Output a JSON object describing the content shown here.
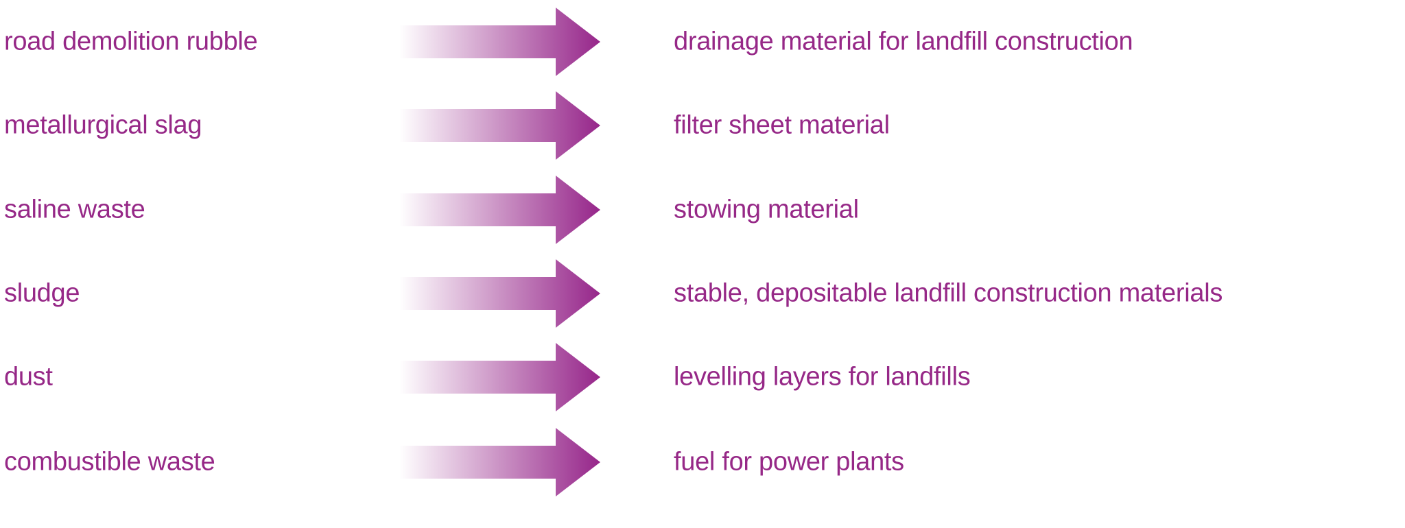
{
  "colors": {
    "text": "#962887",
    "arrow": "#96268a"
  },
  "rows": [
    {
      "source": "road demolition rubble",
      "target": "drainage material for landfill construction"
    },
    {
      "source": "metallurgical slag",
      "target": "filter sheet material"
    },
    {
      "source": "saline waste",
      "target": "stowing material"
    },
    {
      "source": "sludge",
      "target": "stable, depositable landfill construction materials"
    },
    {
      "source": "dust",
      "target": "levelling layers for landfills"
    },
    {
      "source": "combustible waste",
      "target": "fuel for power plants"
    }
  ]
}
